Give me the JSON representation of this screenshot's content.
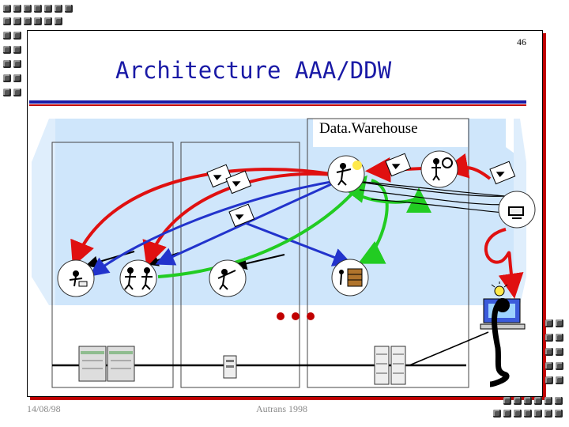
{
  "slide": {
    "page_number": "46",
    "title": "Architecture AAA/DDW",
    "warehouse_label": "Data.Warehouse",
    "footer_date": "14/08/98",
    "footer_event": "Autrans 1998"
  },
  "colors": {
    "title": "#1a1aa6",
    "band": "#cfe6fb",
    "arrow_red": "#e01010",
    "arrow_blue": "#2233cc",
    "arrow_green": "#22cc22",
    "dots": "#c00000"
  },
  "icons": [
    "document-icon",
    "person-icon",
    "computer-user-icon",
    "storage-icon",
    "lightbulb-icon"
  ]
}
